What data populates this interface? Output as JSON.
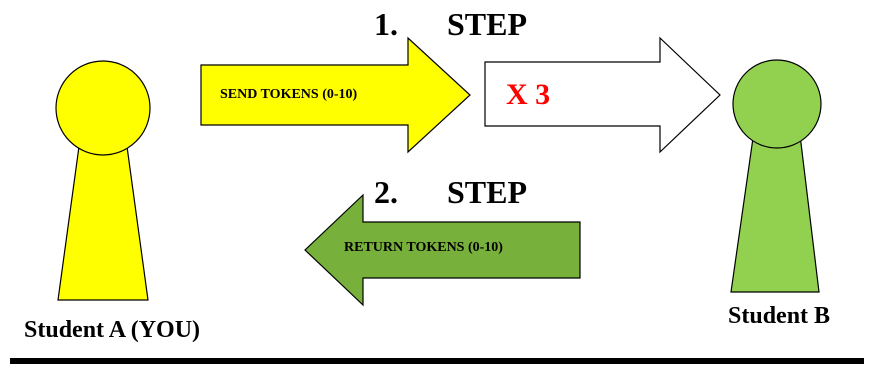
{
  "step1": {
    "number": "1.",
    "label": "STEP"
  },
  "step2": {
    "number": "2.",
    "label": "STEP"
  },
  "send_arrow": {
    "label": "SEND TOKENS (0-10)"
  },
  "multiply_arrow": {
    "label": "X 3"
  },
  "return_arrow": {
    "label": "RETURN TOKENS (0-10)"
  },
  "student_a": {
    "label": "Student A (YOU)"
  },
  "student_b": {
    "label": "Student B"
  },
  "colors": {
    "student_a_fill": "#ffff00",
    "student_b_fill": "#92d050",
    "send_arrow_fill": "#ffff00",
    "multiply_arrow_fill": "#ffffff",
    "return_arrow_fill": "#77b03b",
    "multiplier_text": "#ff0000",
    "outline": "#000000"
  }
}
